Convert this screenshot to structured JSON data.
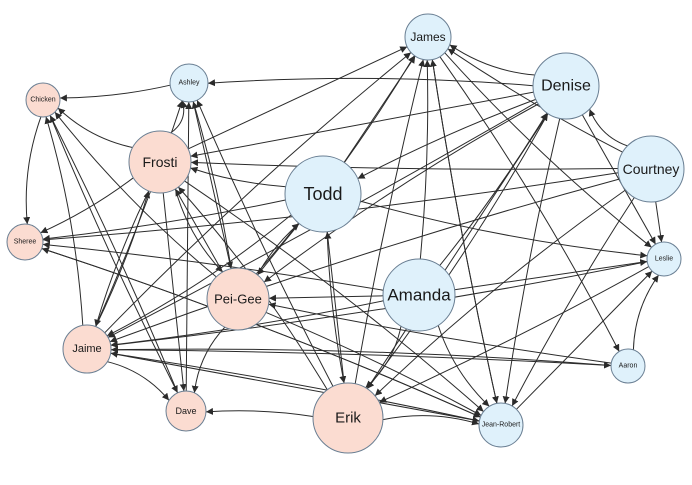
{
  "colors": {
    "group_a": "#fbdcd1",
    "group_b": "#dff1fb",
    "edge": "#2b2b2b"
  },
  "nodes": [
    {
      "id": "james",
      "label": "James",
      "group": "b"
    },
    {
      "id": "denise",
      "label": "Denise",
      "group": "b"
    },
    {
      "id": "courtney",
      "label": "Courtney",
      "group": "b"
    },
    {
      "id": "todd",
      "label": "Todd",
      "group": "b"
    },
    {
      "id": "amanda",
      "label": "Amanda",
      "group": "b"
    },
    {
      "id": "ashley",
      "label": "Ashley",
      "group": "b"
    },
    {
      "id": "leslie",
      "label": "Leslie",
      "group": "b"
    },
    {
      "id": "aaron",
      "label": "Aaron",
      "group": "b"
    },
    {
      "id": "jeanrobert",
      "label": "Jean-Robert",
      "group": "b"
    },
    {
      "id": "chicken",
      "label": "Chicken",
      "group": "a"
    },
    {
      "id": "frosti",
      "label": "Frosti",
      "group": "a"
    },
    {
      "id": "sheree",
      "label": "Sheree",
      "group": "a"
    },
    {
      "id": "peigee",
      "label": "Pei-Gee",
      "group": "a"
    },
    {
      "id": "jaime",
      "label": "Jaime",
      "group": "a"
    },
    {
      "id": "dave",
      "label": "Dave",
      "group": "a"
    },
    {
      "id": "erik",
      "label": "Erik",
      "group": "a"
    }
  ],
  "edges": [
    [
      "denise",
      "james"
    ],
    [
      "courtney",
      "james"
    ],
    [
      "todd",
      "james"
    ],
    [
      "amanda",
      "james"
    ],
    [
      "peigee",
      "james"
    ],
    [
      "jaime",
      "james"
    ],
    [
      "erik",
      "james"
    ],
    [
      "frosti",
      "james"
    ],
    [
      "james",
      "jeanrobert"
    ],
    [
      "james",
      "leslie"
    ],
    [
      "james",
      "aaron"
    ],
    [
      "jeanrobert",
      "james"
    ],
    [
      "denise",
      "frosti"
    ],
    [
      "denise",
      "todd"
    ],
    [
      "denise",
      "peigee"
    ],
    [
      "denise",
      "erik"
    ],
    [
      "denise",
      "jaime"
    ],
    [
      "denise",
      "leslie"
    ],
    [
      "denise",
      "jeanrobert"
    ],
    [
      "denise",
      "ashley"
    ],
    [
      "courtney",
      "denise"
    ],
    [
      "courtney",
      "frosti"
    ],
    [
      "courtney",
      "leslie"
    ],
    [
      "courtney",
      "jeanrobert"
    ],
    [
      "courtney",
      "erik"
    ],
    [
      "courtney",
      "sheree"
    ],
    [
      "todd",
      "frosti"
    ],
    [
      "todd",
      "peigee"
    ],
    [
      "todd",
      "erik"
    ],
    [
      "todd",
      "leslie"
    ],
    [
      "todd",
      "jaime"
    ],
    [
      "todd",
      "sheree"
    ],
    [
      "amanda",
      "peigee"
    ],
    [
      "amanda",
      "denise"
    ],
    [
      "amanda",
      "jeanrobert"
    ],
    [
      "amanda",
      "erik"
    ],
    [
      "amanda",
      "jaime"
    ],
    [
      "amanda",
      "leslie"
    ],
    [
      "amanda",
      "sheree"
    ],
    [
      "frosti",
      "ashley"
    ],
    [
      "frosti",
      "chicken"
    ],
    [
      "frosti",
      "sheree"
    ],
    [
      "frosti",
      "dave"
    ],
    [
      "frosti",
      "jaime"
    ],
    [
      "frosti",
      "peigee"
    ],
    [
      "frosti",
      "jeanrobert"
    ],
    [
      "peigee",
      "todd"
    ],
    [
      "peigee",
      "frosti"
    ],
    [
      "peigee",
      "ashley"
    ],
    [
      "peigee",
      "dave"
    ],
    [
      "peigee",
      "chicken"
    ],
    [
      "peigee",
      "jeanrobert"
    ],
    [
      "erik",
      "todd"
    ],
    [
      "erik",
      "dave"
    ],
    [
      "erik",
      "frosti"
    ],
    [
      "erik",
      "jeanrobert"
    ],
    [
      "erik",
      "ashley"
    ],
    [
      "erik",
      "denise"
    ],
    [
      "jaime",
      "ashley"
    ],
    [
      "jaime",
      "chicken"
    ],
    [
      "jaime",
      "dave"
    ],
    [
      "jaime",
      "aaron"
    ],
    [
      "jaime",
      "jeanrobert"
    ],
    [
      "jaime",
      "frosti"
    ],
    [
      "aaron",
      "jaime"
    ],
    [
      "aaron",
      "leslie"
    ],
    [
      "aaron",
      "peigee"
    ],
    [
      "jeanrobert",
      "leslie"
    ],
    [
      "jeanrobert",
      "jaime"
    ],
    [
      "jeanrobert",
      "sheree"
    ],
    [
      "leslie",
      "jaime"
    ],
    [
      "leslie",
      "erik"
    ],
    [
      "dave",
      "ashley"
    ],
    [
      "dave",
      "chicken"
    ],
    [
      "chicken",
      "sheree"
    ],
    [
      "sheree",
      "jeanrobert"
    ],
    [
      "ashley",
      "chicken"
    ],
    [
      "ashley",
      "peigee"
    ],
    [
      "chicken",
      "dave"
    ],
    [
      "courtney",
      "jaime"
    ]
  ]
}
